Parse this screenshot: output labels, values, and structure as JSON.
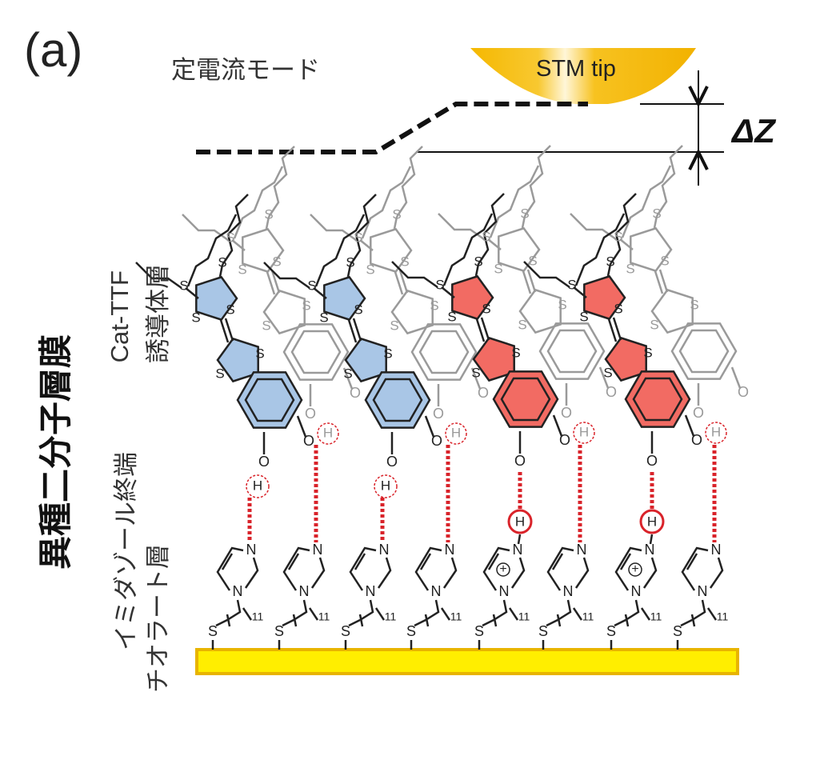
{
  "panel_label": "(a)",
  "mode_label": "定電流モード",
  "tip_label": "STM tip",
  "delta_z_label": "ΔZ",
  "film_label": "異種二分子層膜",
  "upper_layer": {
    "line1": "Cat-TTF",
    "line2": "誘導体層"
  },
  "lower_layer": {
    "line1": "イミダゾール終端",
    "line2": "チオラート層"
  },
  "atoms": {
    "sulfur": "S",
    "nitrogen": "N",
    "oxygen": "O",
    "hydrogen": "H",
    "repeat": "11",
    "charge": "+"
  },
  "front_molecules": [
    {
      "state": "neutral",
      "fill": "#a9c6e6"
    },
    {
      "state": "neutral",
      "fill": "#a9c6e6"
    },
    {
      "state": "oxidized",
      "fill": "#f26b63"
    },
    {
      "state": "oxidized",
      "fill": "#f26b63"
    }
  ],
  "imidazoles": [
    {
      "protonated": false
    },
    {
      "protonated": false
    },
    {
      "protonated": false
    },
    {
      "protonated": false
    },
    {
      "protonated": true
    },
    {
      "protonated": false
    },
    {
      "protonated": true
    },
    {
      "protonated": false
    }
  ],
  "colors": {
    "gold": "#ffee00",
    "gold_border": "#e8b400",
    "tip": "#f5b800",
    "hbond": "#d9232a",
    "back_molecule": "#9a9a9a"
  }
}
